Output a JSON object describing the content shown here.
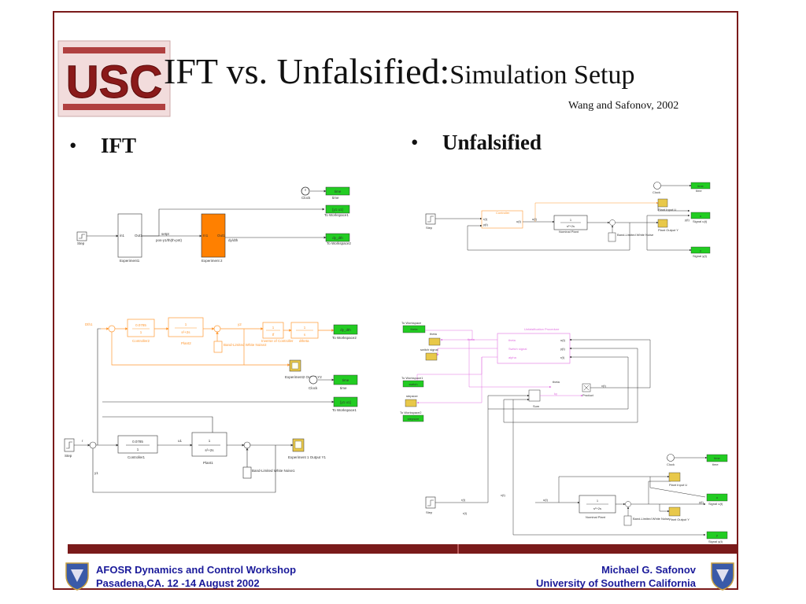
{
  "slide": {
    "title_main": "IFT vs. Unfalsified:",
    "title_sub": "Simulation Setup",
    "citation": "Wang and Safonov, 2002",
    "logo_text": "USC"
  },
  "bullets": {
    "left": "IFT",
    "right": "Unfalsified",
    "marker": "•"
  },
  "ift_top": {
    "clock": "Clock",
    "time": "time",
    "to_ws1": "To Workspace1",
    "to_ws2": "To Workspace2",
    "step": "Step",
    "exp1": "Experiment1",
    "exp2": "Experiment 2",
    "ws_time": "time",
    "ws_yu": "[y1 u1]",
    "ws_dy": "dy_dth",
    "sig_in1": "in1",
    "sig_out1": "Out1",
    "sig_in2": "In1",
    "sig_out2": "Out1",
    "lbl_y1": "setpt",
    "lbl_pos": "pos-y1/th(th-pnt)",
    "lbl_dy": "dy/dth"
  },
  "ift_bottom": {
    "dth1": "Dth1",
    "controller2_num": "0.0785",
    "controller2_den": "1",
    "controller2": "Controller2",
    "plant_num": "1",
    "plant_den": "s²+2s",
    "plant2": "Plant2",
    "y2": "y2",
    "inv_num": "1",
    "inv_den": "tf",
    "inv_ctrl": "Inverse of Controller",
    "dtheta_num": "1",
    "dtheta_den": "s",
    "dtheta": "dtheta",
    "dy_dth": "dy_dth",
    "to_ws2": "To Workspace2",
    "bl_noise2": "Band-Limited White Noise2",
    "exp2_out": "Experiment2 Output Y2",
    "clock": "Clock",
    "time": "time",
    "ws_yu": "[y1 u1]",
    "to_ws1": "To Workspace1",
    "step": "Step",
    "r": "r",
    "controller1_num": "0.0785",
    "controller1_den": "1",
    "controller1": "Controller1",
    "u1": "u1",
    "plant1": "Plant1",
    "bl_noise1": "Band-Limited White Noise1",
    "exp1_out": "Experiment 1 Output Y1",
    "y1": "y1"
  },
  "unf_top": {
    "clock": "Clock",
    "time": "time",
    "step": "Step",
    "r_t": "r(t)",
    "u_t": "u(t)",
    "controller": "Controller",
    "nominal_plant": "Nominal Plant",
    "plant_num": "1",
    "plant_den": "s²+2s",
    "bl_noise": "Band-Limited White Noise",
    "plant_input": "Plant Input U",
    "plant_output": "Plant Output Y",
    "signal_u": "Signal u(t)",
    "signal_y": "Signal y(t)",
    "ws_time": "time",
    "ws_u": "u",
    "ws_y": "y",
    "y_t": "y(t)"
  },
  "unf_bottom": {
    "to_ws": "To Workspace",
    "theta_ws": "theta",
    "theta": "theta",
    "switch_signal": "switch signal",
    "to_ws1": "To Workspace1",
    "switch_ws": "switch",
    "stepsize": "stepsize",
    "to_ws2": "To Workspace2",
    "stepsize_ws": "stepsize",
    "unfalsification": "Unfalsification Procedure",
    "port_theta": "theta",
    "port_switch": "Switch signal",
    "port_alpha": "alpha",
    "port_ut": "u(t)",
    "port_yt": "y(t)",
    "port_rt": "r(t)",
    "theta_sig": "theta",
    "sum": "Sum",
    "product": "Product",
    "v_t": "v(t)",
    "ky": "ky",
    "clock": "Clock",
    "time": "time",
    "step": "Step",
    "r_t": "r(t)",
    "r_t2": "r(t)",
    "u_t": "u(t)",
    "nominal_plant": "Nominal Plant",
    "plant_num": "1",
    "plant_den": "s²+2s",
    "bl_noise": "Band-Limited White Noise",
    "plant_input": "Plant Input U",
    "plant_output": "Plant Output Y",
    "signal_u": "Signal u(t)",
    "signal_y": "Signal y(t)",
    "ws_time": "time",
    "ws_u": "u",
    "ws_y": "y",
    "y_t": "y(t)",
    "v_t2": "v(t)"
  },
  "footer": {
    "left_line1": "AFOSR Dynamics and Control Workshop",
    "left_line2": "Pasadena,CA. 12 -14 August 2002",
    "right_line1": "Michael G. Safonov",
    "right_line2": "University of Southern California"
  },
  "colors": {
    "frame": "#7a1a1a",
    "footer_text": "#1a1a9a",
    "block_green": "#22cc22",
    "block_orange": "#ff8000",
    "block_yellow": "#e8c84a",
    "line_orange": "#ff9933",
    "line_magenta": "#e070e0"
  }
}
